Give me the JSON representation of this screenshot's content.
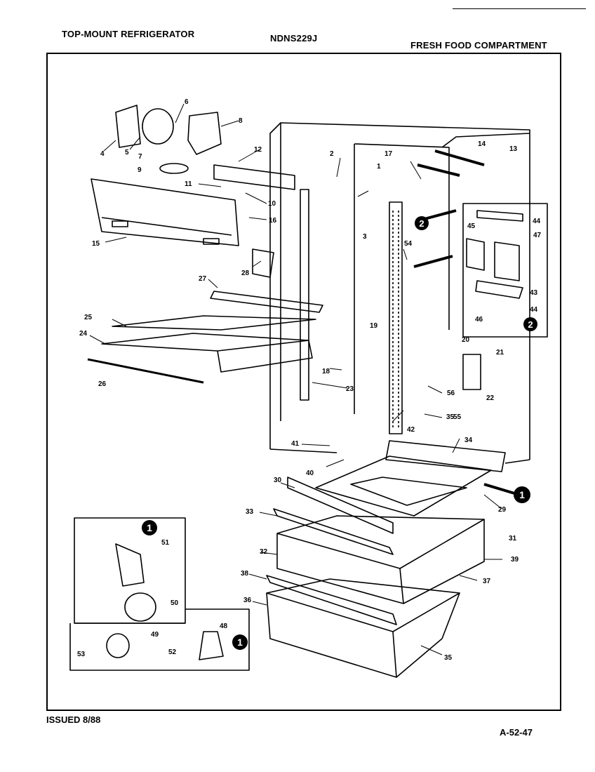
{
  "header": {
    "left_title": "TOP-MOUNT REFRIGERATOR",
    "model": "NDNS229J",
    "right_title": "FRESH FOOD COMPARTMENT"
  },
  "footer": {
    "issued": "ISSUED 8/88",
    "page_code": "A-52-47"
  },
  "callouts": {
    "c1": "1",
    "c2": "2"
  },
  "part_labels": [
    "1",
    "2",
    "3",
    "4",
    "5",
    "6",
    "7",
    "8",
    "9",
    "10",
    "11",
    "12",
    "13",
    "14",
    "15",
    "16",
    "17",
    "18",
    "19",
    "20",
    "21",
    "22",
    "23",
    "24",
    "25",
    "26",
    "27",
    "28",
    "29",
    "30",
    "31",
    "32",
    "33",
    "34",
    "35",
    "35",
    "36",
    "37",
    "38",
    "39",
    "40",
    "41",
    "42",
    "43",
    "44",
    "44",
    "45",
    "46",
    "47",
    "48",
    "49",
    "50",
    "51",
    "52",
    "53",
    "54",
    "55",
    "56"
  ]
}
